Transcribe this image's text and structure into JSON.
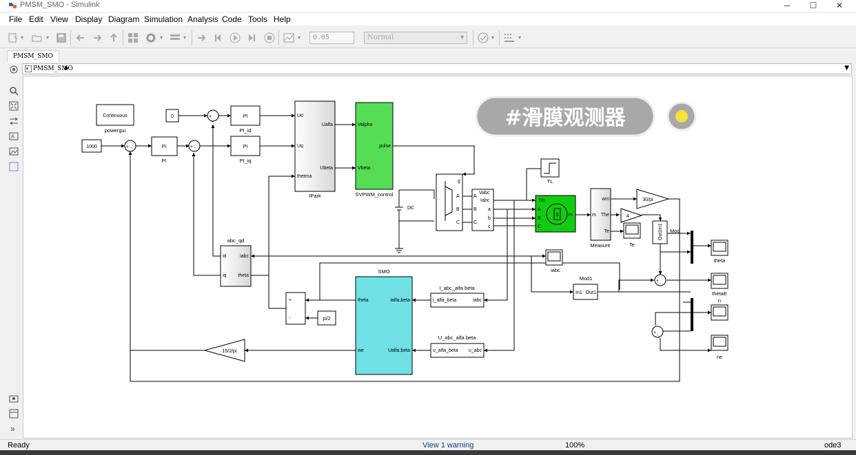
{
  "window": {
    "title": "PMSM_SMO - Simulink"
  },
  "menu": [
    "File",
    "Edit",
    "View",
    "Display",
    "Diagram",
    "Simulation",
    "Analysis",
    "Code",
    "Tools",
    "Help"
  ],
  "toolbar": {
    "stop_time": "0.05",
    "sim_mode": "Normal"
  },
  "tab": {
    "label": "PMSM_SMO"
  },
  "breadcrumb": {
    "model": "PMSM_SMO"
  },
  "overlay": {
    "tag_text": "#滑膜观测器"
  },
  "blocks": {
    "powergui": {
      "label": "Continuous",
      "name": "powergui"
    },
    "const_zero": {
      "label": "0"
    },
    "const_speed": {
      "label": "1000"
    },
    "pi_speed": {
      "label": "PI",
      "name": "PI"
    },
    "pi_id": {
      "label": "PI",
      "name": "PI_id"
    },
    "pi_iq": {
      "label": "PI",
      "name": "PI_iq"
    },
    "ipark": {
      "name": "IPark",
      "in1": "Ud",
      "in2": "Uq",
      "in3": "thetma",
      "out1": "Ualfa",
      "out2": "Ubeta"
    },
    "svpwm": {
      "name": "SVPWM_control",
      "in1": "Valpha",
      "in2": "Vbeta",
      "out": "pulse"
    },
    "dc": {
      "name": "DC"
    },
    "inverter": {
      "g": "g",
      "a": "A",
      "b": "B",
      "c": "C"
    },
    "measure_vi": {
      "vabc": "Vabc",
      "iabc": "Iabc",
      "a_in": "A",
      "b_in": "B",
      "c_in": "C",
      "a_out": "a",
      "b_out": "b",
      "c_out": "c"
    },
    "tl": {
      "name": "TL"
    },
    "motor": {
      "tm": "Tm",
      "a": "A",
      "b": "B",
      "c": "C",
      "m": "m",
      "s": "S"
    },
    "measure": {
      "name": "Measure",
      "in": "m",
      "wm": "wm",
      "the": "The",
      "te": "Te"
    },
    "gain_30pi": {
      "label": "30/pi"
    },
    "gain_4": {
      "label": "4"
    },
    "scope_te": {
      "name": "Te"
    },
    "mod_block": {
      "name": "Mod",
      "in": "In1",
      "out": "Out1"
    },
    "abc_qd": {
      "name": "abc_qd",
      "id": "id",
      "iq": "iq",
      "iabc": "iabc",
      "theta": "theta"
    },
    "scope_iabc": {
      "name": "iabc"
    },
    "smo": {
      "name": "SMO",
      "theta": "theta",
      "we": "we",
      "ialfa": "Ialfa,beta",
      "ualfa": "Ualfa,beta"
    },
    "i_abc": {
      "name": "I_abc_alfa beta",
      "in": "iabc",
      "out": "i_alfa_beta"
    },
    "u_abc": {
      "name": "U_abc_alfa beta",
      "in": "u_abc",
      "out": "u_alfa_beta"
    },
    "mod1": {
      "name": "Mod1",
      "in": "In1",
      "out": "Out1"
    },
    "sum_pi2": {
      "plus": "+",
      "minus": "-"
    },
    "pi2": {
      "label": "pi/2"
    },
    "gain_152pi": {
      "label": "15/2/pi"
    },
    "scope_theta": {
      "name": "theta"
    },
    "scope_thetaerr": {
      "name": "thetaE\nn"
    },
    "scope_ne": {
      "name": "ne"
    },
    "sum_labels": {
      "plus": "+",
      "minus": "-"
    }
  },
  "status": {
    "left": "Ready",
    "warning": "View 1 warning",
    "zoom": "100%",
    "solver": "ode3"
  },
  "colors": {
    "svpwm_fill": "#55dd55",
    "motor_fill": "#11cc11",
    "smo_fill": "#6fe0e4",
    "tag_bg": "#a8a8a8"
  }
}
